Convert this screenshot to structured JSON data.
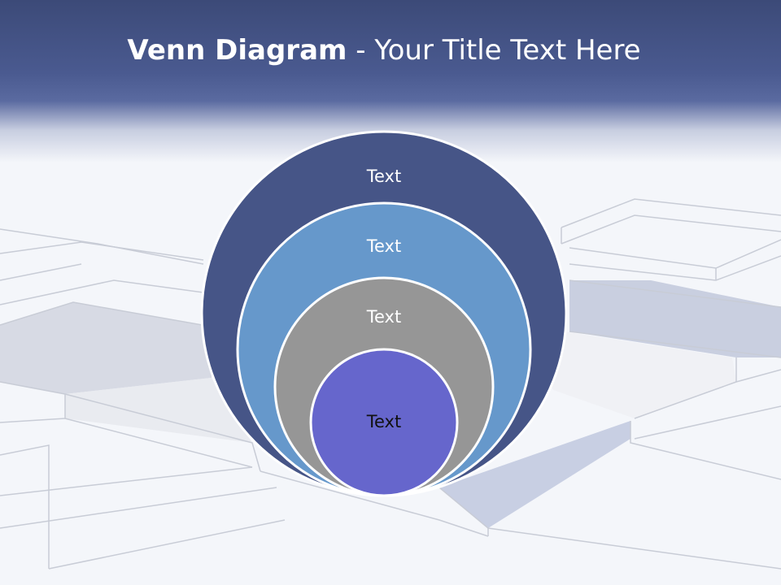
{
  "slide": {
    "title_bold": "Venn Diagram",
    "title_rest": " - Your Title Text Here"
  },
  "diagram": {
    "circles": [
      {
        "label": "Text",
        "fill": "#465587",
        "text_color": "#ffffff"
      },
      {
        "label": "Text",
        "fill": "#6698cb",
        "text_color": "#ffffff"
      },
      {
        "label": "Text",
        "fill": "#969696",
        "text_color": "#ffffff"
      },
      {
        "label": "Text",
        "fill": "#6666cc",
        "text_color": "#111111"
      }
    ]
  },
  "colors": {
    "header": "#465587",
    "background": "#f4f6fa",
    "tile_lines": "#c8ccd6"
  }
}
